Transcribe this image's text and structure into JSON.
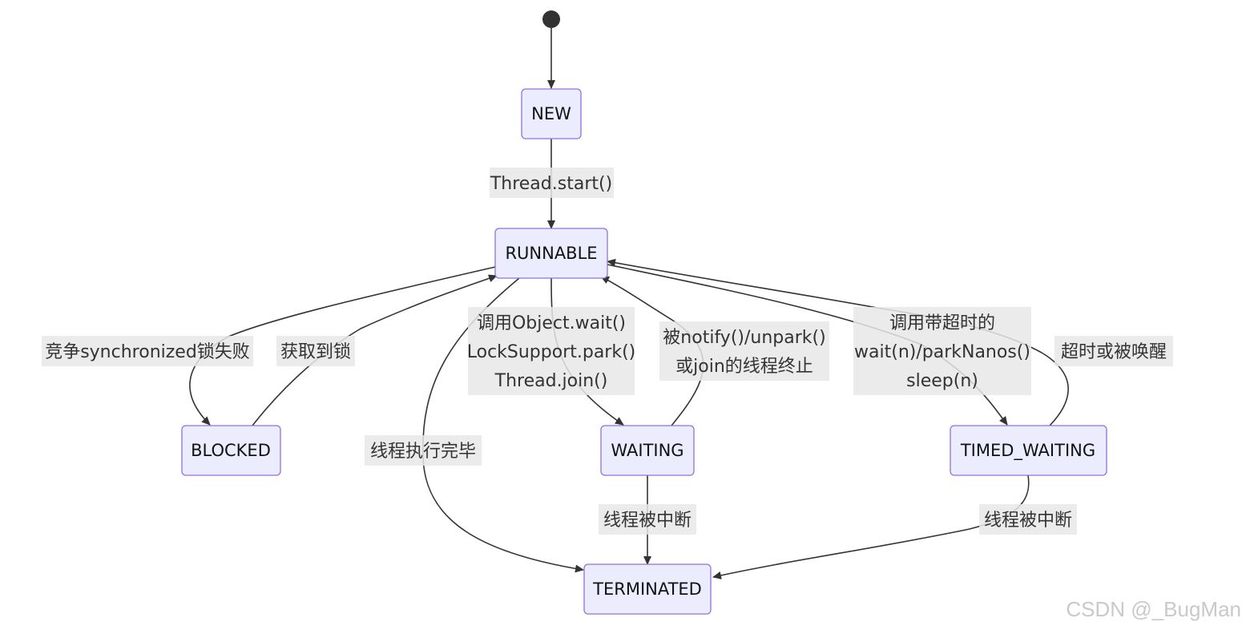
{
  "states": {
    "new": "NEW",
    "runnable": "RUNNABLE",
    "blocked": "BLOCKED",
    "waiting": "WAITING",
    "timed_waiting": "TIMED_WAITING",
    "terminated": "TERMINATED"
  },
  "transitions": {
    "start": "Thread.start()",
    "to_blocked": "竞争synchronized锁失败",
    "from_blocked": "获取到锁",
    "to_waiting": [
      "调用Object.wait()",
      "LockSupport.park()",
      "Thread.join()"
    ],
    "from_waiting": [
      "被notify()/unpark()",
      "或join的线程终止"
    ],
    "to_timed_waiting": [
      "调用带超时的",
      "wait(n)/parkNanos()",
      "sleep(n)"
    ],
    "from_timed_waiting": "超时或被唤醒",
    "runnable_to_terminated": "线程执行完毕",
    "waiting_interrupted": "线程被中断",
    "timed_waiting_interrupted": "线程被中断"
  },
  "watermark": "CSDN @_BugMan"
}
